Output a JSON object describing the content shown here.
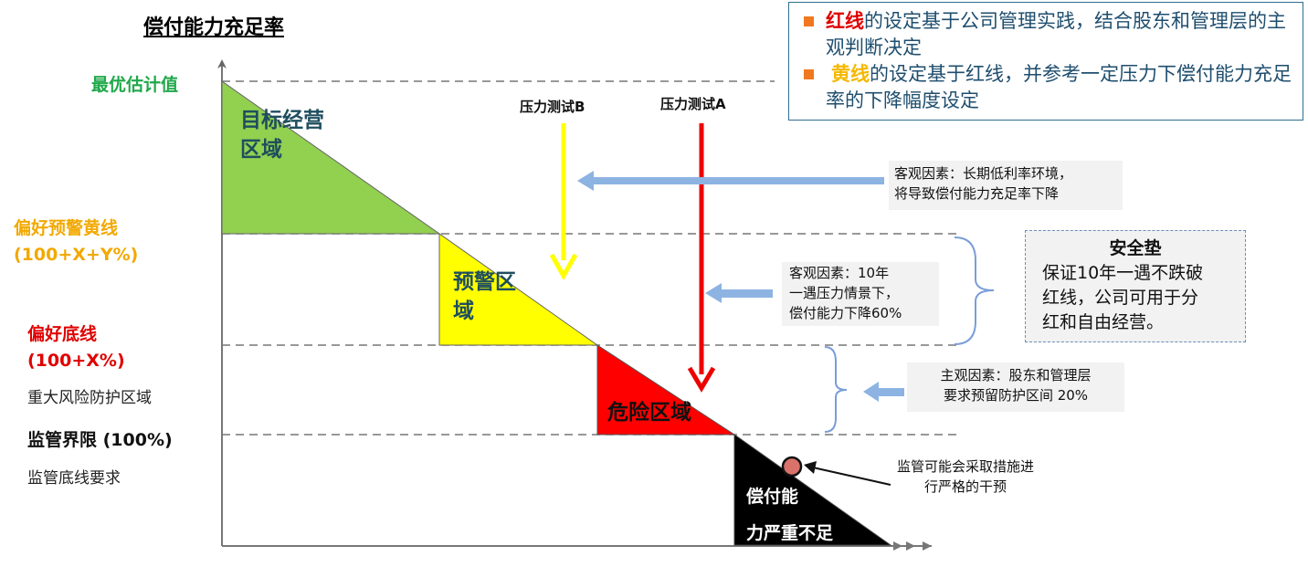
{
  "title": "偿付能力充足率",
  "levels": {
    "best_estimate": "最优估计值",
    "yellow_line": [
      "偏好预警黄线",
      "(100+X+Y%)"
    ],
    "red_line": [
      "偏好底线",
      "(100+X%)"
    ],
    "major_risk_zone": "重大风险防护区域",
    "regulatory_limit": "监管界限 (100%)",
    "regulatory_requirement": "监管底线要求"
  },
  "zones": {
    "target": [
      "目标经营",
      "区域"
    ],
    "warning": [
      "预警区",
      "域"
    ],
    "danger": "危险区域",
    "insufficient": [
      "偿付能",
      "力严重不足"
    ]
  },
  "stress_tests": {
    "b": "压力测试B",
    "a": "压力测试A"
  },
  "notes": {
    "objective_1": [
      "客观因素：长期低利率环境，",
      "将导致偿付能力充足率下降"
    ],
    "objective_2": [
      "客观因素：10年",
      "一遇压力情景下，",
      "偿付能力下降60%"
    ],
    "subjective": [
      "主观因素：股东和管理层",
      "要求预留防护区间 20%"
    ],
    "regulator": [
      "监管可能会采取措施进",
      "行严格的干预"
    ]
  },
  "info_box": {
    "line1_keyword": "红线",
    "line1_text": "的设定基于公司管理实践，结合股东和管理层的主观判断决定",
    "line2_keyword": "黄线",
    "line2_text": "的设定基于红线，并参考一定压力下偿付能力充足率的下降幅度设定"
  },
  "safety_cushion": {
    "title": "安全垫",
    "body": [
      "保证10年一遇不跌破",
      "红线，公司可用于分",
      "红和自由经营。"
    ]
  },
  "colors": {
    "target_zone": "#92d050",
    "warning_zone": "#ffff00",
    "danger_zone": "#ff0000",
    "insufficient_zone": "#000000",
    "note_arrow": "#8db3e2",
    "bracket": "#7a9ed8",
    "intervention_dot": "#d9726a"
  }
}
